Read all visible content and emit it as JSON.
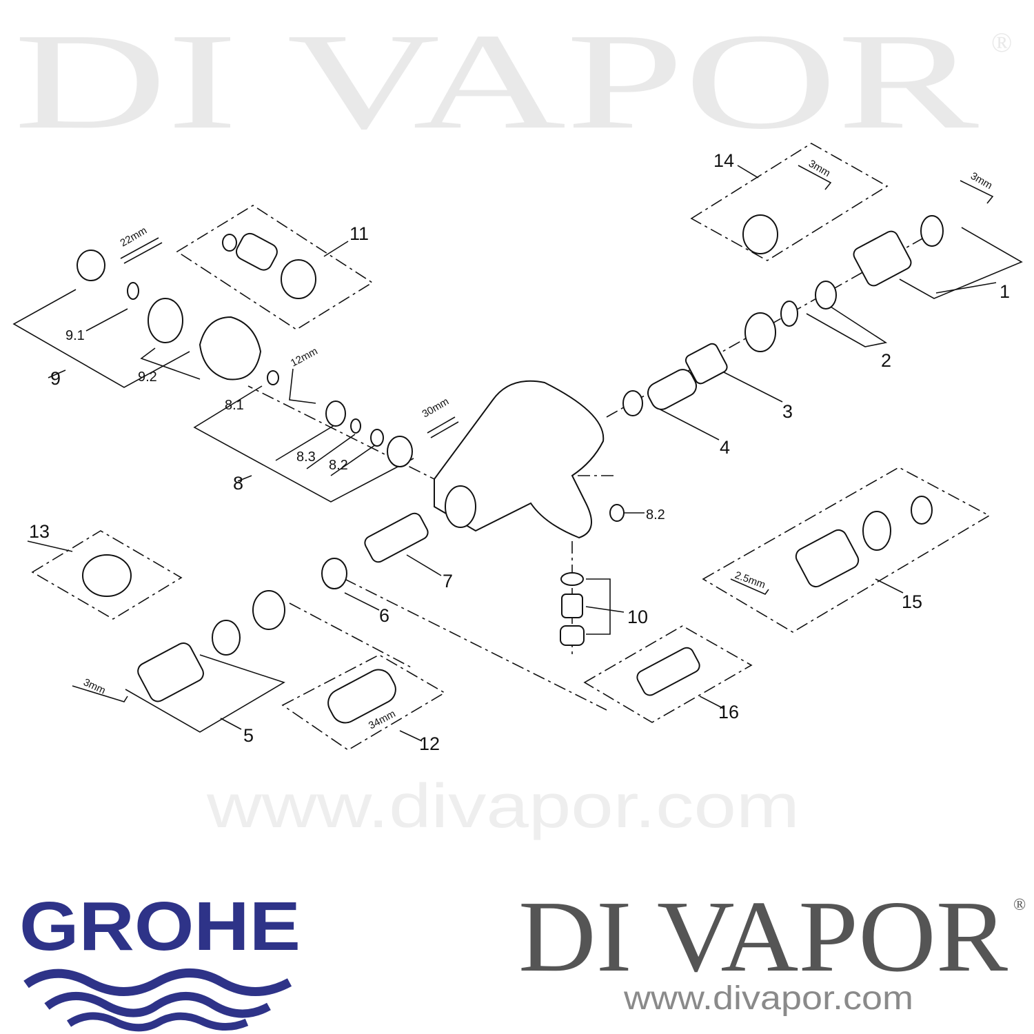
{
  "watermark": {
    "brand": "DI VAPOR",
    "registered": "®",
    "url": "www.divapor.com"
  },
  "labels": {
    "p1": "1",
    "p2": "2",
    "p3": "3",
    "p4": "4",
    "p5": "5",
    "p6": "6",
    "p7": "7",
    "p8": "8",
    "p8_1": "8.1",
    "p8_2": "8.2",
    "p8_2b": "8.2",
    "p8_3": "8.3",
    "p9": "9",
    "p9_1": "9.1",
    "p9_2": "9.2",
    "p10": "10",
    "p11": "11",
    "p12": "12",
    "p13": "13",
    "p14": "14",
    "p15": "15",
    "p16": "16"
  },
  "dimensions": {
    "wrench_22": "22mm",
    "hex_12": "12mm",
    "wrench_30": "30mm",
    "hex_3_top": "3mm",
    "hex_3_right": "3mm",
    "hex_3_left": "3mm",
    "hex_2_5": "2.5mm",
    "socket_34": "34mm"
  },
  "footer": {
    "grohe_logo": "GROHE",
    "divapor_logo": "DI VAPOR",
    "divapor_registered": "®",
    "divapor_url": "www.divapor.com",
    "grohe_color": "#2e3388",
    "divapor_color": "#555555",
    "url_color": "#8a8a8a"
  }
}
